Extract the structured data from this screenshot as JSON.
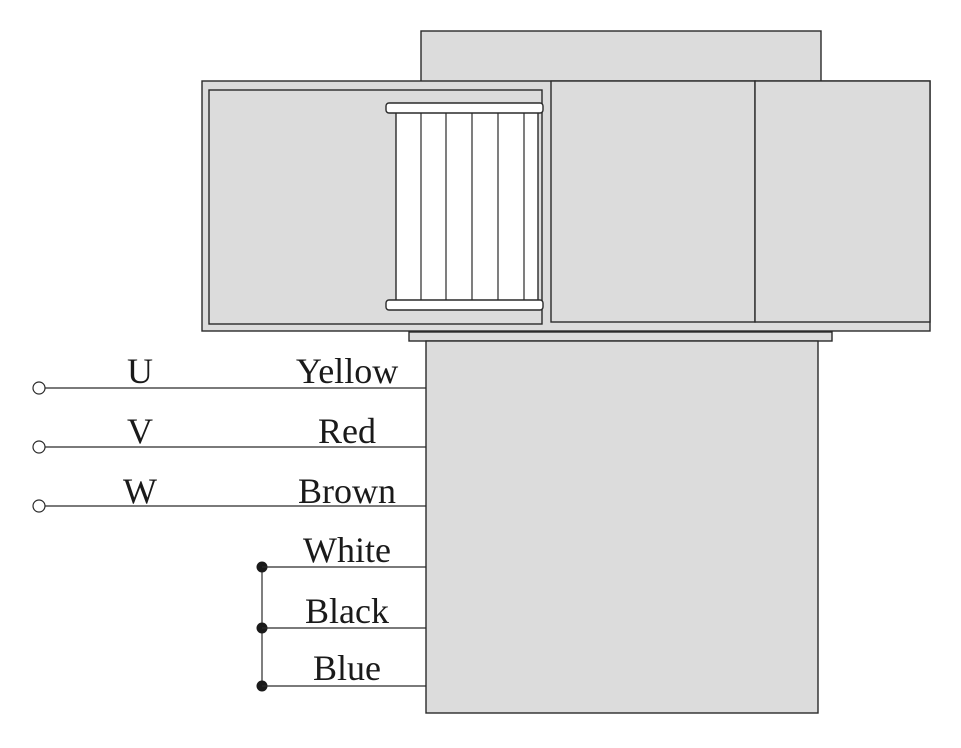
{
  "wiring": {
    "phase_wires": [
      {
        "phase": "U",
        "color": "Yellow"
      },
      {
        "phase": "V",
        "color": "Red"
      },
      {
        "phase": "W",
        "color": "Brown"
      }
    ],
    "bridged_wires": [
      {
        "color": "White"
      },
      {
        "color": "Black"
      },
      {
        "color": "Blue"
      }
    ]
  },
  "colors": {
    "housing_fill": "#dcdcdc",
    "outline": "#2a2a2a",
    "grille_fill": "#ffffff"
  }
}
